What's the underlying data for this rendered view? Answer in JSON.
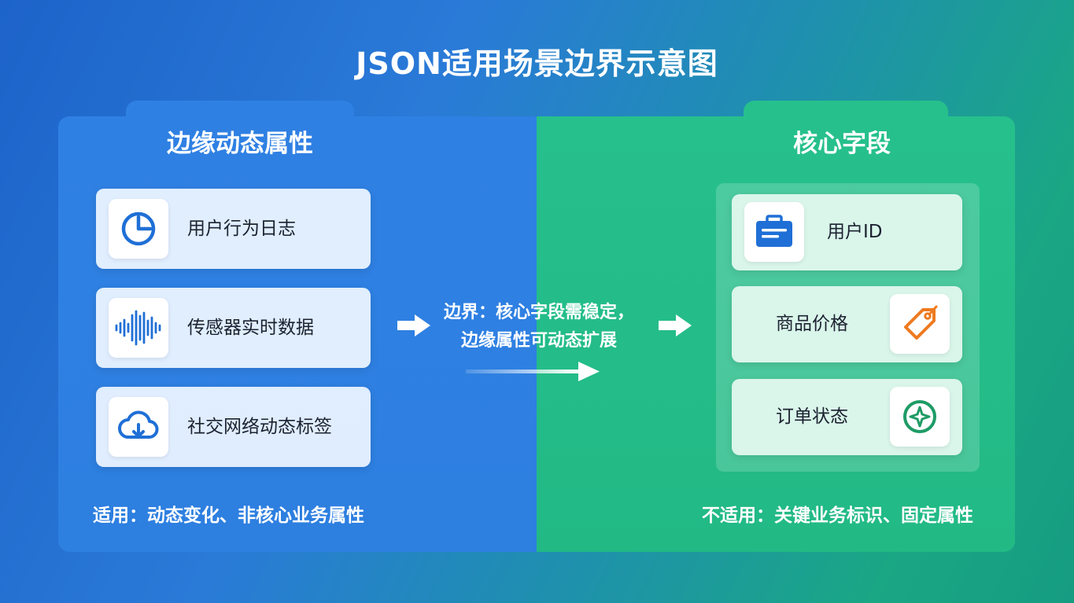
{
  "title": "JSON适用场景边界示意图",
  "left_panel": {
    "title": "边缘动态属性",
    "items": [
      {
        "label": "用户行为日志",
        "icon": "clock-pie-icon"
      },
      {
        "label": "传感器实时数据",
        "icon": "sound-wave-icon"
      },
      {
        "label": "社交网络动态标签",
        "icon": "cloud-download-icon"
      }
    ],
    "footnote": "适用：动态变化、非核心业务属性"
  },
  "right_panel": {
    "title": "核心字段",
    "items": [
      {
        "label": "用户ID",
        "icon": "id-card-icon"
      },
      {
        "label": "商品价格",
        "icon": "price-tag-icon"
      },
      {
        "label": "订单状态",
        "icon": "status-badge-icon"
      }
    ],
    "footnote": "不适用：关键业务标识、固定属性"
  },
  "middle": {
    "line1": "边界：核心字段需稳定，",
    "line2": "边缘属性可动态扩展"
  },
  "colors": {
    "left_panel": "#2f80e3",
    "right_panel": "#26c08c",
    "icon_blue": "#1f6fd6",
    "icon_orange": "#ee7a1f",
    "icon_green": "#1e9b66"
  }
}
